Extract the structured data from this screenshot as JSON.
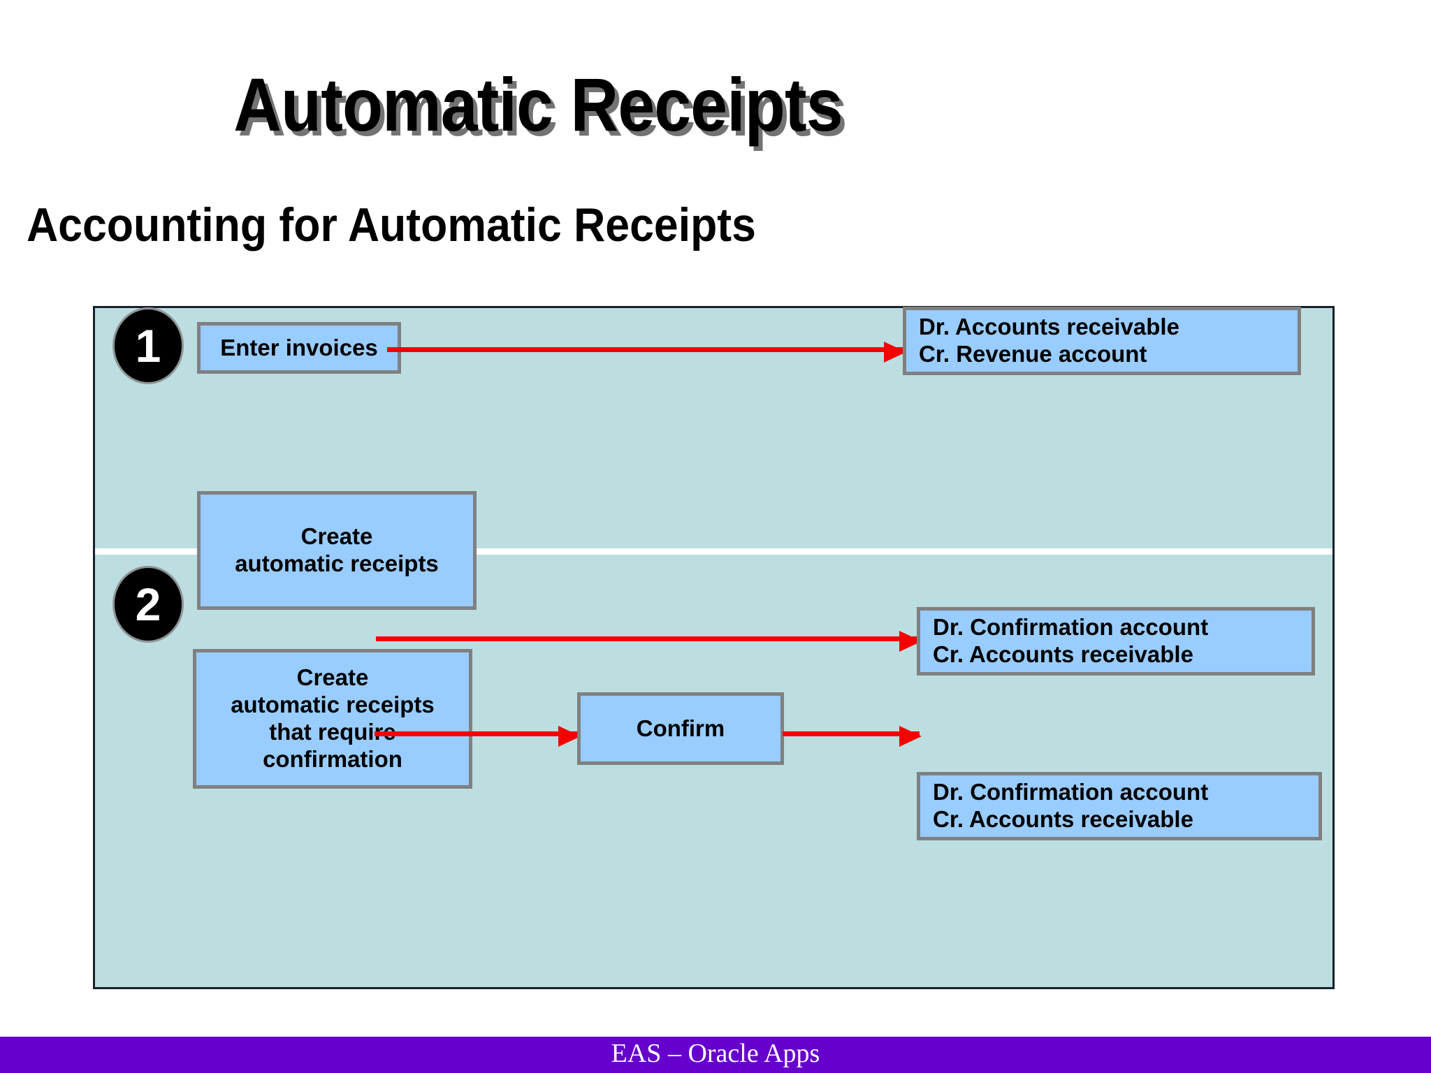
{
  "slide": {
    "title": "Automatic Receipts",
    "subtitle": "Accounting for Automatic Receipts"
  },
  "diagram": {
    "type": "flowchart",
    "panel_background": "#bcdee1",
    "box_fill": "#99ccff",
    "box_border": "#808080",
    "arrow_color": "#f40000",
    "badge_color": "#000000",
    "sections": [
      {
        "badge": "1",
        "nodes": [
          {
            "name": "enter-invoices",
            "label": "Enter invoices"
          },
          {
            "name": "journal-entry-1",
            "label": "Dr. Accounts receivable\nCr. Revenue account"
          }
        ],
        "arrows": [
          {
            "from": "enter-invoices",
            "to": "journal-entry-1"
          }
        ]
      },
      {
        "badge": "2",
        "nodes": [
          {
            "name": "create-automatic-receipts",
            "label": "Create\nautomatic receipts"
          },
          {
            "name": "journal-entry-2",
            "label": "Dr. Confirmation account\nCr. Accounts receivable"
          },
          {
            "name": "create-receipts-requiring-confirmation",
            "label": "Create\nautomatic receipts\nthat require\nconfirmation"
          },
          {
            "name": "confirm",
            "label": "Confirm"
          },
          {
            "name": "journal-entry-3",
            "label": "Dr. Confirmation account\nCr. Accounts receivable"
          }
        ],
        "arrows": [
          {
            "from": "create-automatic-receipts",
            "to": "journal-entry-2"
          },
          {
            "from": "create-receipts-requiring-confirmation",
            "to": "confirm"
          },
          {
            "from": "confirm",
            "to": "journal-entry-3"
          }
        ]
      }
    ]
  },
  "footer": {
    "text": "EAS – Oracle Apps",
    "background": "#6600cc"
  }
}
